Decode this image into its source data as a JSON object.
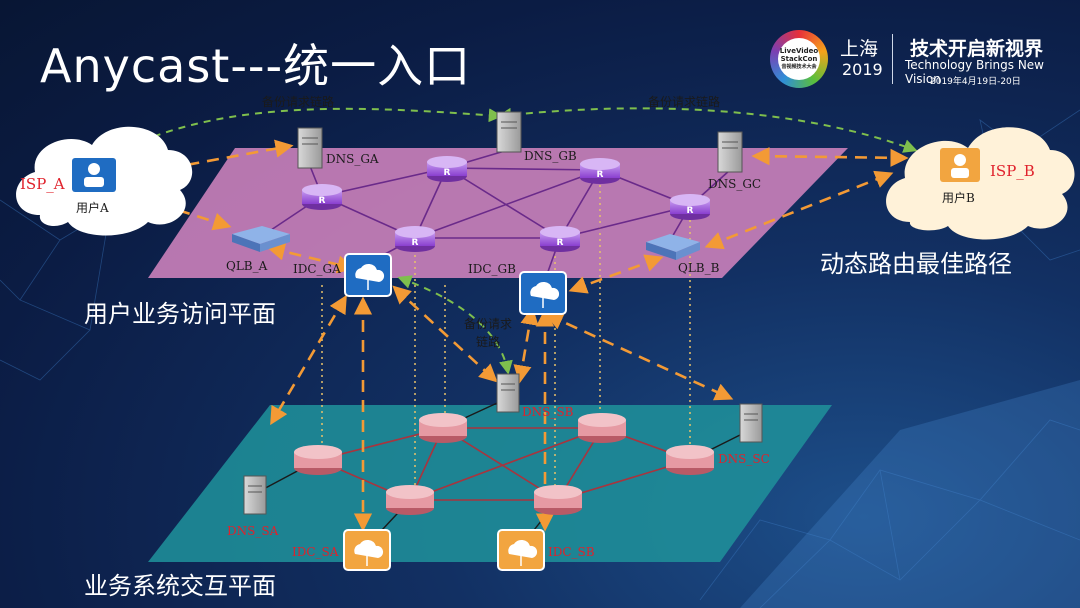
{
  "slide": {
    "title": "Anycast---统一入口",
    "user_plane_label": "用户业务访问平面",
    "system_plane_label": "业务系统交互平面",
    "right_note": "动态路由最佳路径"
  },
  "logo": {
    "badge_lines": [
      "LiveVideo",
      "StackCon",
      "音视频技术大会"
    ],
    "city": "上海",
    "year": "2019",
    "slogan": "技术开启新视界",
    "slogan_en": "Technology Brings New Vision",
    "date": "2019年4月19日-20日"
  },
  "annotations": {
    "backup_link_left": "备份请求链路",
    "backup_link_right": "备份请求链路",
    "backup_link_mid_1": "备份请求",
    "backup_link_mid_2": "链路"
  },
  "users": {
    "isp_a": "ISP_A",
    "user_a": "用户A",
    "isp_b": "ISP_B",
    "user_b": "用户B"
  },
  "top_nodes": {
    "dns_ga": "DNS_GA",
    "dns_gb": "DNS_GB",
    "dns_gc": "DNS_GC",
    "qlb_a": "QLB_A",
    "qlb_b": "QLB_B",
    "idc_ga": "IDC_GA",
    "idc_gb": "IDC_GB",
    "router_letter": "R"
  },
  "bottom_nodes": {
    "dns_sa": "DNS_SA",
    "dns_sb": "DNS_SB",
    "dns_sc": "DNS_SC",
    "idc_sa": "IDC_SA",
    "idc_sb": "IDC_SB"
  },
  "colors": {
    "top_plane": "#c77fb9",
    "bottom_plane": "#1f8f9a",
    "router": "#a45bd8",
    "orange_link": "#f39a35",
    "green_link": "#7fbf4d",
    "red_label": "#e0222c",
    "idc_top": "#1f6cc2",
    "idc_bottom": "#f2a540"
  }
}
